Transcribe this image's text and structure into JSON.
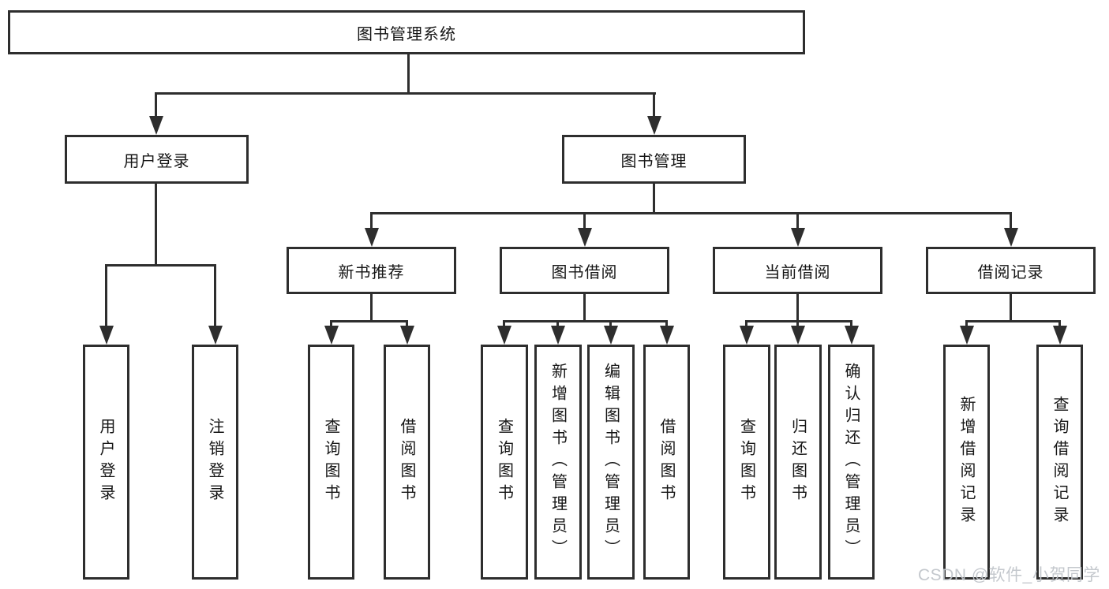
{
  "tree": {
    "label": "图书管理系统",
    "children": [
      {
        "label": "用户登录",
        "children": [
          {
            "label": "用户登录"
          },
          {
            "label": "注销登录"
          }
        ]
      },
      {
        "label": "图书管理",
        "children": [
          {
            "label": "新书推荐",
            "children": [
              {
                "label": "查询图书"
              },
              {
                "label": "借阅图书"
              }
            ]
          },
          {
            "label": "图书借阅",
            "children": [
              {
                "label": "查询图书"
              },
              {
                "label": "新增图书（管理员）"
              },
              {
                "label": "编辑图书（管理员）"
              },
              {
                "label": "借阅图书"
              }
            ]
          },
          {
            "label": "当前借阅",
            "children": [
              {
                "label": "查询图书"
              },
              {
                "label": "归还图书"
              },
              {
                "label": "确认归还（管理员）"
              }
            ]
          },
          {
            "label": "借阅记录",
            "children": [
              {
                "label": "新增借阅记录"
              },
              {
                "label": "查询借阅记录"
              }
            ]
          }
        ]
      }
    ]
  },
  "watermark": {
    "text": "CSDN @软件_小贺同学"
  }
}
